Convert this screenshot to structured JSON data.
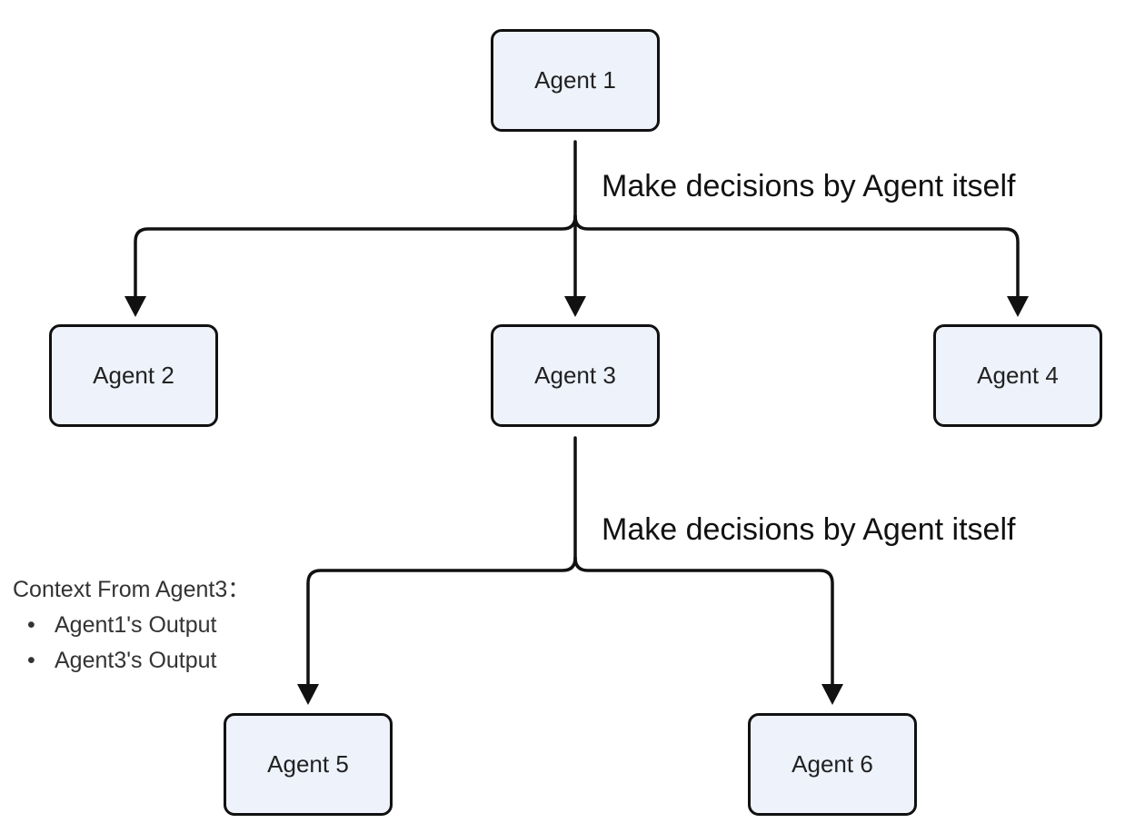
{
  "nodes": {
    "agent1": "Agent 1",
    "agent2": "Agent 2",
    "agent3": "Agent 3",
    "agent4": "Agent 4",
    "agent5": "Agent 5",
    "agent6": "Agent 6"
  },
  "edge_labels": {
    "top": "Make decisions by Agent itself",
    "middle": "Make decisions by Agent itself"
  },
  "context": {
    "title": "Context From Agent3：",
    "items": [
      "Agent1's Output",
      "Agent3's Output"
    ]
  },
  "colors": {
    "node_fill": "#eef2fb",
    "node_border": "#111111",
    "connector": "#111111"
  }
}
